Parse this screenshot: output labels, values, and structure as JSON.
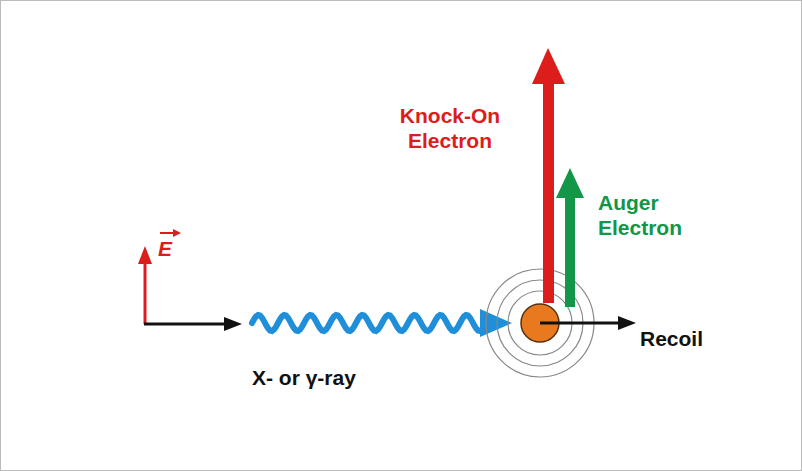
{
  "diagram": {
    "labels": [
      "E",
      "X- or γ-ray",
      "Knock-On Electron",
      "Auger Electron",
      "Recoil"
    ]
  }
}
